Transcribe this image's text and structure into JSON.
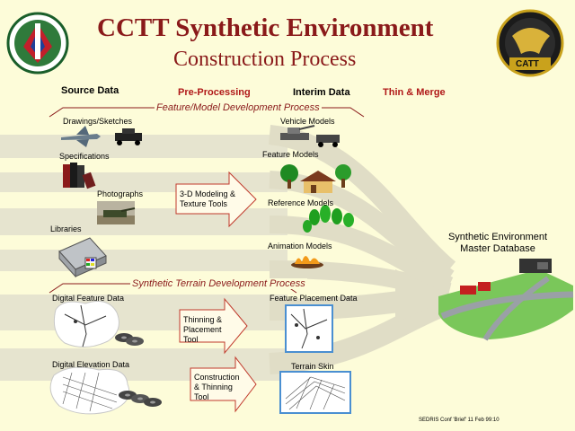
{
  "header": {
    "title": "CCTT Synthetic Environment",
    "subtitle": "Construction Process",
    "right_logo_text": "CATT"
  },
  "columns": {
    "source": "Source Data",
    "pre": "Pre-Processing",
    "interim": "Interim Data",
    "thin": "Thin & Merge"
  },
  "sections": {
    "feature": "Feature/Model Development Process",
    "terrain": "Synthetic Terrain Development Process"
  },
  "sources": {
    "drawings": "Drawings/Sketches",
    "specs": "Specifications",
    "photos": "Photographs",
    "libraries": "Libraries",
    "dfd": "Digital Feature Data",
    "ded": "Digital Elevation Data"
  },
  "tools": {
    "modeling": "3-D Modeling & Texture Tools",
    "thinning": "Thinning & Placement Tool",
    "construction": "Construction & Thinning Tool"
  },
  "interim": {
    "vehicle": "Vehicle Models",
    "feature": "Feature Models",
    "reference": "Reference Models",
    "animation": "Animation Models",
    "placement": "Feature Placement Data",
    "skin": "Terrain Skin"
  },
  "output": {
    "line1": "Synthetic Environment",
    "line2": "Master Database"
  },
  "footer": "SEDRIS Conf 'Brief' 11 Feb 99:10",
  "colors": {
    "background": "#fdfcd9",
    "title": "#8a1a1a",
    "column_accent": "#b01818",
    "flow_band": "#e4e2cc",
    "arrow_fill": "#fffbe8",
    "arrow_stroke": "#c0392b"
  }
}
